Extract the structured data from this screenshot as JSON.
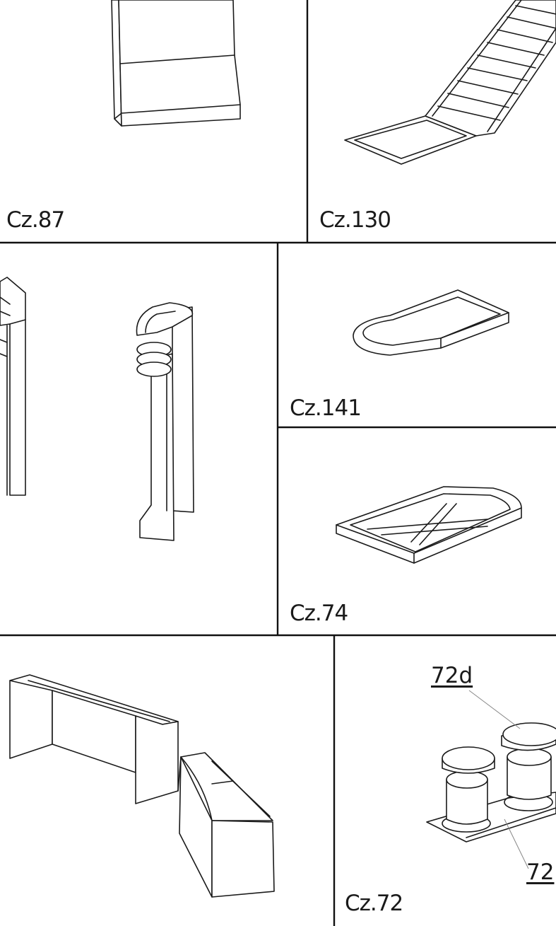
{
  "panels": {
    "p87": {
      "label": "Cz.87"
    },
    "p130": {
      "label": "Cz.130"
    },
    "p141": {
      "label": "Cz.141"
    },
    "p74": {
      "label": "Cz.74"
    },
    "p72": {
      "label": "Cz.72",
      "callouts": [
        "72d",
        "72"
      ]
    }
  }
}
